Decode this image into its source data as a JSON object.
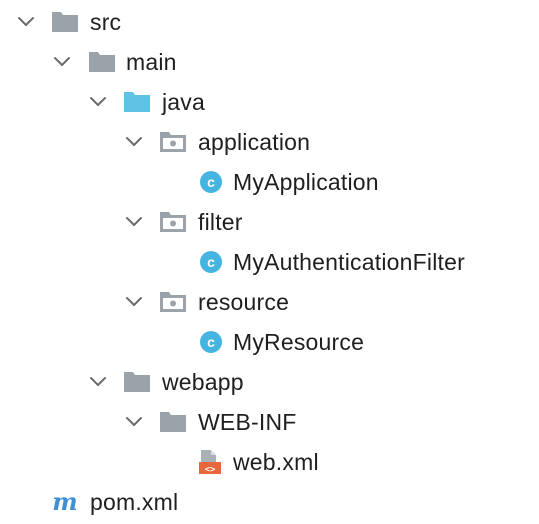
{
  "project_tree": {
    "src": {
      "label": "src",
      "icon": "folder-icon",
      "expanded": true
    },
    "main": {
      "label": "main",
      "icon": "folder-icon",
      "expanded": true
    },
    "java": {
      "label": "java",
      "icon": "source-root-folder-icon",
      "expanded": true
    },
    "application": {
      "label": "application",
      "icon": "package-icon",
      "expanded": true
    },
    "my_application": {
      "label": "MyApplication",
      "icon": "java-class-icon",
      "icon_letter": "c"
    },
    "filter": {
      "label": "filter",
      "icon": "package-icon",
      "expanded": true
    },
    "my_authentication_filter": {
      "label": "MyAuthenticationFilter",
      "icon": "java-class-icon",
      "icon_letter": "c"
    },
    "resource": {
      "label": "resource",
      "icon": "package-icon",
      "expanded": true
    },
    "my_resource": {
      "label": "MyResource",
      "icon": "java-class-icon",
      "icon_letter": "c"
    },
    "webapp": {
      "label": "webapp",
      "icon": "folder-icon",
      "expanded": true
    },
    "web_inf": {
      "label": "WEB-INF",
      "icon": "folder-icon",
      "expanded": true
    },
    "web_xml": {
      "label": "web.xml",
      "icon": "xml-file-icon",
      "icon_text": "<>"
    },
    "pom_xml": {
      "label": "pom.xml",
      "icon": "maven-icon",
      "icon_letter": "m"
    }
  },
  "colors": {
    "folder": "#9aa2aa",
    "source_root_folder": "#5fc3e6",
    "class_badge": "#45b4e0",
    "xml_badge": "#e8673a",
    "maven": "#3f8fd4",
    "chevron": "#6c6c6c",
    "text": "#1f1f1f"
  }
}
